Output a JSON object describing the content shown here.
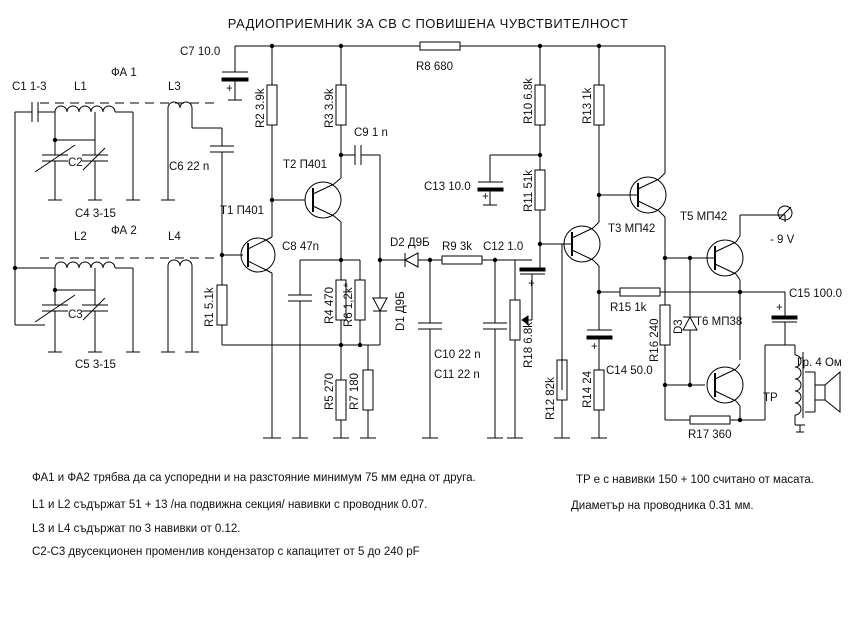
{
  "title": "РАДИОПРИЕМНИК ЗА СВ С ПОВИШЕНА ЧУВСТВИТЕЛНОСТ",
  "labels": {
    "c1": "C1 1-3",
    "l1": "L1",
    "fa1": "ФА 1",
    "l3": "L3",
    "c2": "C2",
    "c4": "C4 3-15",
    "l2": "L2",
    "fa2": "ФА 2",
    "l4": "L4",
    "c3": "C3",
    "c5": "C5 3-15",
    "c6": "C6 22 n",
    "c7": "C7 10.0",
    "r2": "R2 3.9k",
    "r3": "R3 3.9k",
    "c9": "C9 1 n",
    "t2": "T2 П401",
    "t1": "T1 П401",
    "c8": "C8 47n",
    "r1": "R1 5.1k",
    "r4": "R4 470",
    "r6": "R6 1,2k*",
    "r5": "R5 270",
    "r7": "R7 180",
    "d1": "D1 Д9Б",
    "d2": "D2 Д9Б",
    "r8": "R8 680",
    "r9": "R9 3k",
    "c12": "C12 1.0",
    "c10": "C10 22 n",
    "c11": "C11 22 n",
    "r18": "R18 6.8k",
    "c13": "C13 10.0",
    "r10": "R10 6.8k",
    "r11": "R11 51k",
    "r12": "R12 82k",
    "r13": "R13 1k",
    "t3": "T3 МП42",
    "r14": "R14 24",
    "c14": "C14 50.0",
    "t5": "T5 МП42",
    "r15": "R15 1k",
    "r16": "R16 240",
    "d3": "D3",
    "t6": "T6 МП38",
    "r17": "R17 360",
    "c15": "C15 100.0",
    "supply": "- 9 V",
    "tr": "TP",
    "speaker": "Гр. 4 Ом",
    "plus": "+"
  },
  "notes": [
    "ФА1 и ФА2 трябва да са успоредни и на разстояние минимум 75 мм една от друга.",
    "L1 и L2 съдържат 51 + 13 /на подвижна секция/ навивки с проводник 0.07.",
    "L3 и L4 съдържат по 3 навивки от 0.12.",
    "C2-C3 двусекционен променлив кондензатор с капацитет от 5 до 240 pF",
    "TP е с навивки 150 + 100 считано от масата.",
    "Диаметър на проводника 0.31 мм."
  ]
}
